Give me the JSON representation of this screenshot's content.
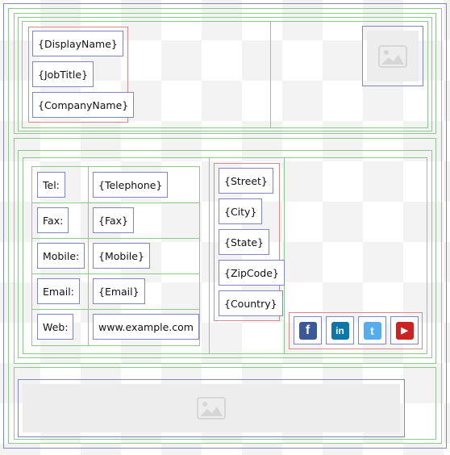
{
  "header": {
    "display_name": "{DisplayName}",
    "job_title": "{JobTitle}",
    "company_name": "{CompanyName}",
    "logo_icon": "image-placeholder-icon"
  },
  "contact": {
    "rows": [
      {
        "label": "Tel:",
        "value": "{Telephone}"
      },
      {
        "label": "Fax:",
        "value": "{Fax}"
      },
      {
        "label": "Mobile:",
        "value": "{Mobile}"
      },
      {
        "label": "Email:",
        "value": "{Email}"
      },
      {
        "label": "Web:",
        "value": "www.example.com"
      }
    ]
  },
  "address": {
    "street": "{Street}",
    "city": "{City}",
    "state": "{State}",
    "zip": "{ZipCode}",
    "country": "{Country}"
  },
  "social": {
    "icons": [
      {
        "name": "facebook-icon",
        "glyph": "f",
        "color": "#3b5998"
      },
      {
        "name": "linkedin-icon",
        "glyph": "in",
        "color": "#0e76a8"
      },
      {
        "name": "twitter-icon",
        "glyph": "t",
        "color": "#55acee"
      },
      {
        "name": "youtube-icon",
        "glyph": "▶",
        "color": "#cc2222"
      }
    ]
  },
  "banner": {
    "icon": "image-placeholder-icon"
  },
  "colors": {
    "blue_border": "#7f86c4",
    "green_border": "#8cc98c",
    "red_border": "#d98a8a"
  }
}
